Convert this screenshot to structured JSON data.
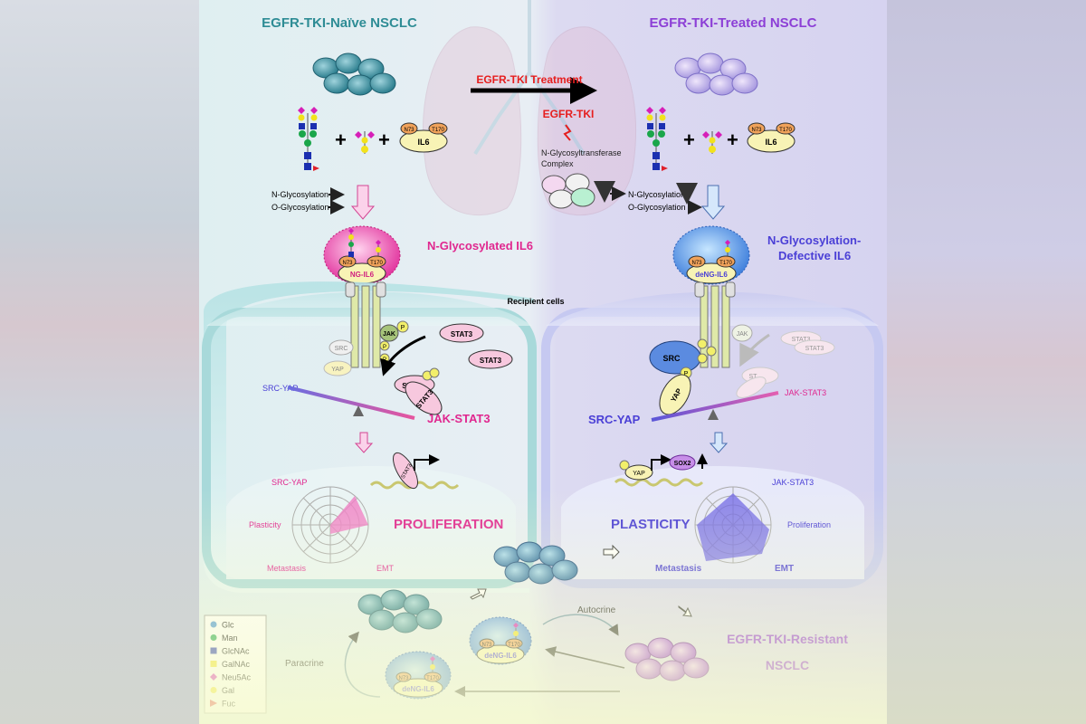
{
  "titles": {
    "naive": "EGFR-TKI-Naïve NSCLC",
    "treated": "EGFR-TKI-Treated NSCLC",
    "resistant_line1": "EGFR-TKI-Resistant",
    "resistant_line2": "NSCLC"
  },
  "treatment_label": "EGFR-TKI Treatment",
  "tki_label": "EGFR-TKI",
  "transferase_line1": "N-Glycosyltransferase",
  "transferase_line2": "Complex",
  "glycosylation": {
    "n": "N-Glycosylation",
    "o": "O-Glycosylation"
  },
  "il6": {
    "name": "IL6",
    "site1": "N73",
    "site2": "T170"
  },
  "left_ligand": {
    "heading": "N-Glycosylated IL6",
    "tag": "NG-IL6"
  },
  "right_ligand": {
    "heading_line1": "N-Glycosylation-",
    "heading_line2": "Defective IL6",
    "tag": "deNG-IL6"
  },
  "recipient_cells": "Recipient cells",
  "signaling": {
    "jak": "JAK",
    "stat3": "STAT3",
    "src": "SRC",
    "yap": "YAP",
    "p": "P",
    "src_yap": "SRC-YAP",
    "jak_stat3": "JAK-STAT3",
    "sox2": "SOX2",
    "sta": "STA",
    "st": "ST"
  },
  "radar_left": {
    "top": "SRC-YAP",
    "left": "Plasticity",
    "bottom_left": "Metastasis",
    "bottom_right": "EMT"
  },
  "radar_right": {
    "top": "JAK-STAT3",
    "right": "Proliferation",
    "bottom_left": "Metastasis",
    "bottom_right": "EMT"
  },
  "outcomes": {
    "left": "PROLIFERATION",
    "right": "PLASTICITY"
  },
  "loop": {
    "autocrine": "Autocrine",
    "paracrine": "Paracrine"
  },
  "legend": [
    {
      "label": "Glc",
      "color": "#3f8fd8",
      "shape": "circle"
    },
    {
      "label": "Man",
      "color": "#1aa64a",
      "shape": "circle"
    },
    {
      "label": "GlcNAc",
      "color": "#1b2fb0",
      "shape": "square"
    },
    {
      "label": "GalNAc",
      "color": "#f2e21d",
      "shape": "square"
    },
    {
      "label": "Neu5Ac",
      "color": "#d61fb8",
      "shape": "diamond"
    },
    {
      "label": "Gal",
      "color": "#f2e21d",
      "shape": "circle"
    },
    {
      "label": "Fuc",
      "color": "#e0202a",
      "shape": "triangle"
    }
  ],
  "colors": {
    "naive_title": "#2e8c95",
    "treated_title": "#8c3fd6",
    "resistant_title": "#8d2fd6",
    "magenta": "#e0278f",
    "blue": "#4a3fd6",
    "red": "#e61e1e"
  }
}
